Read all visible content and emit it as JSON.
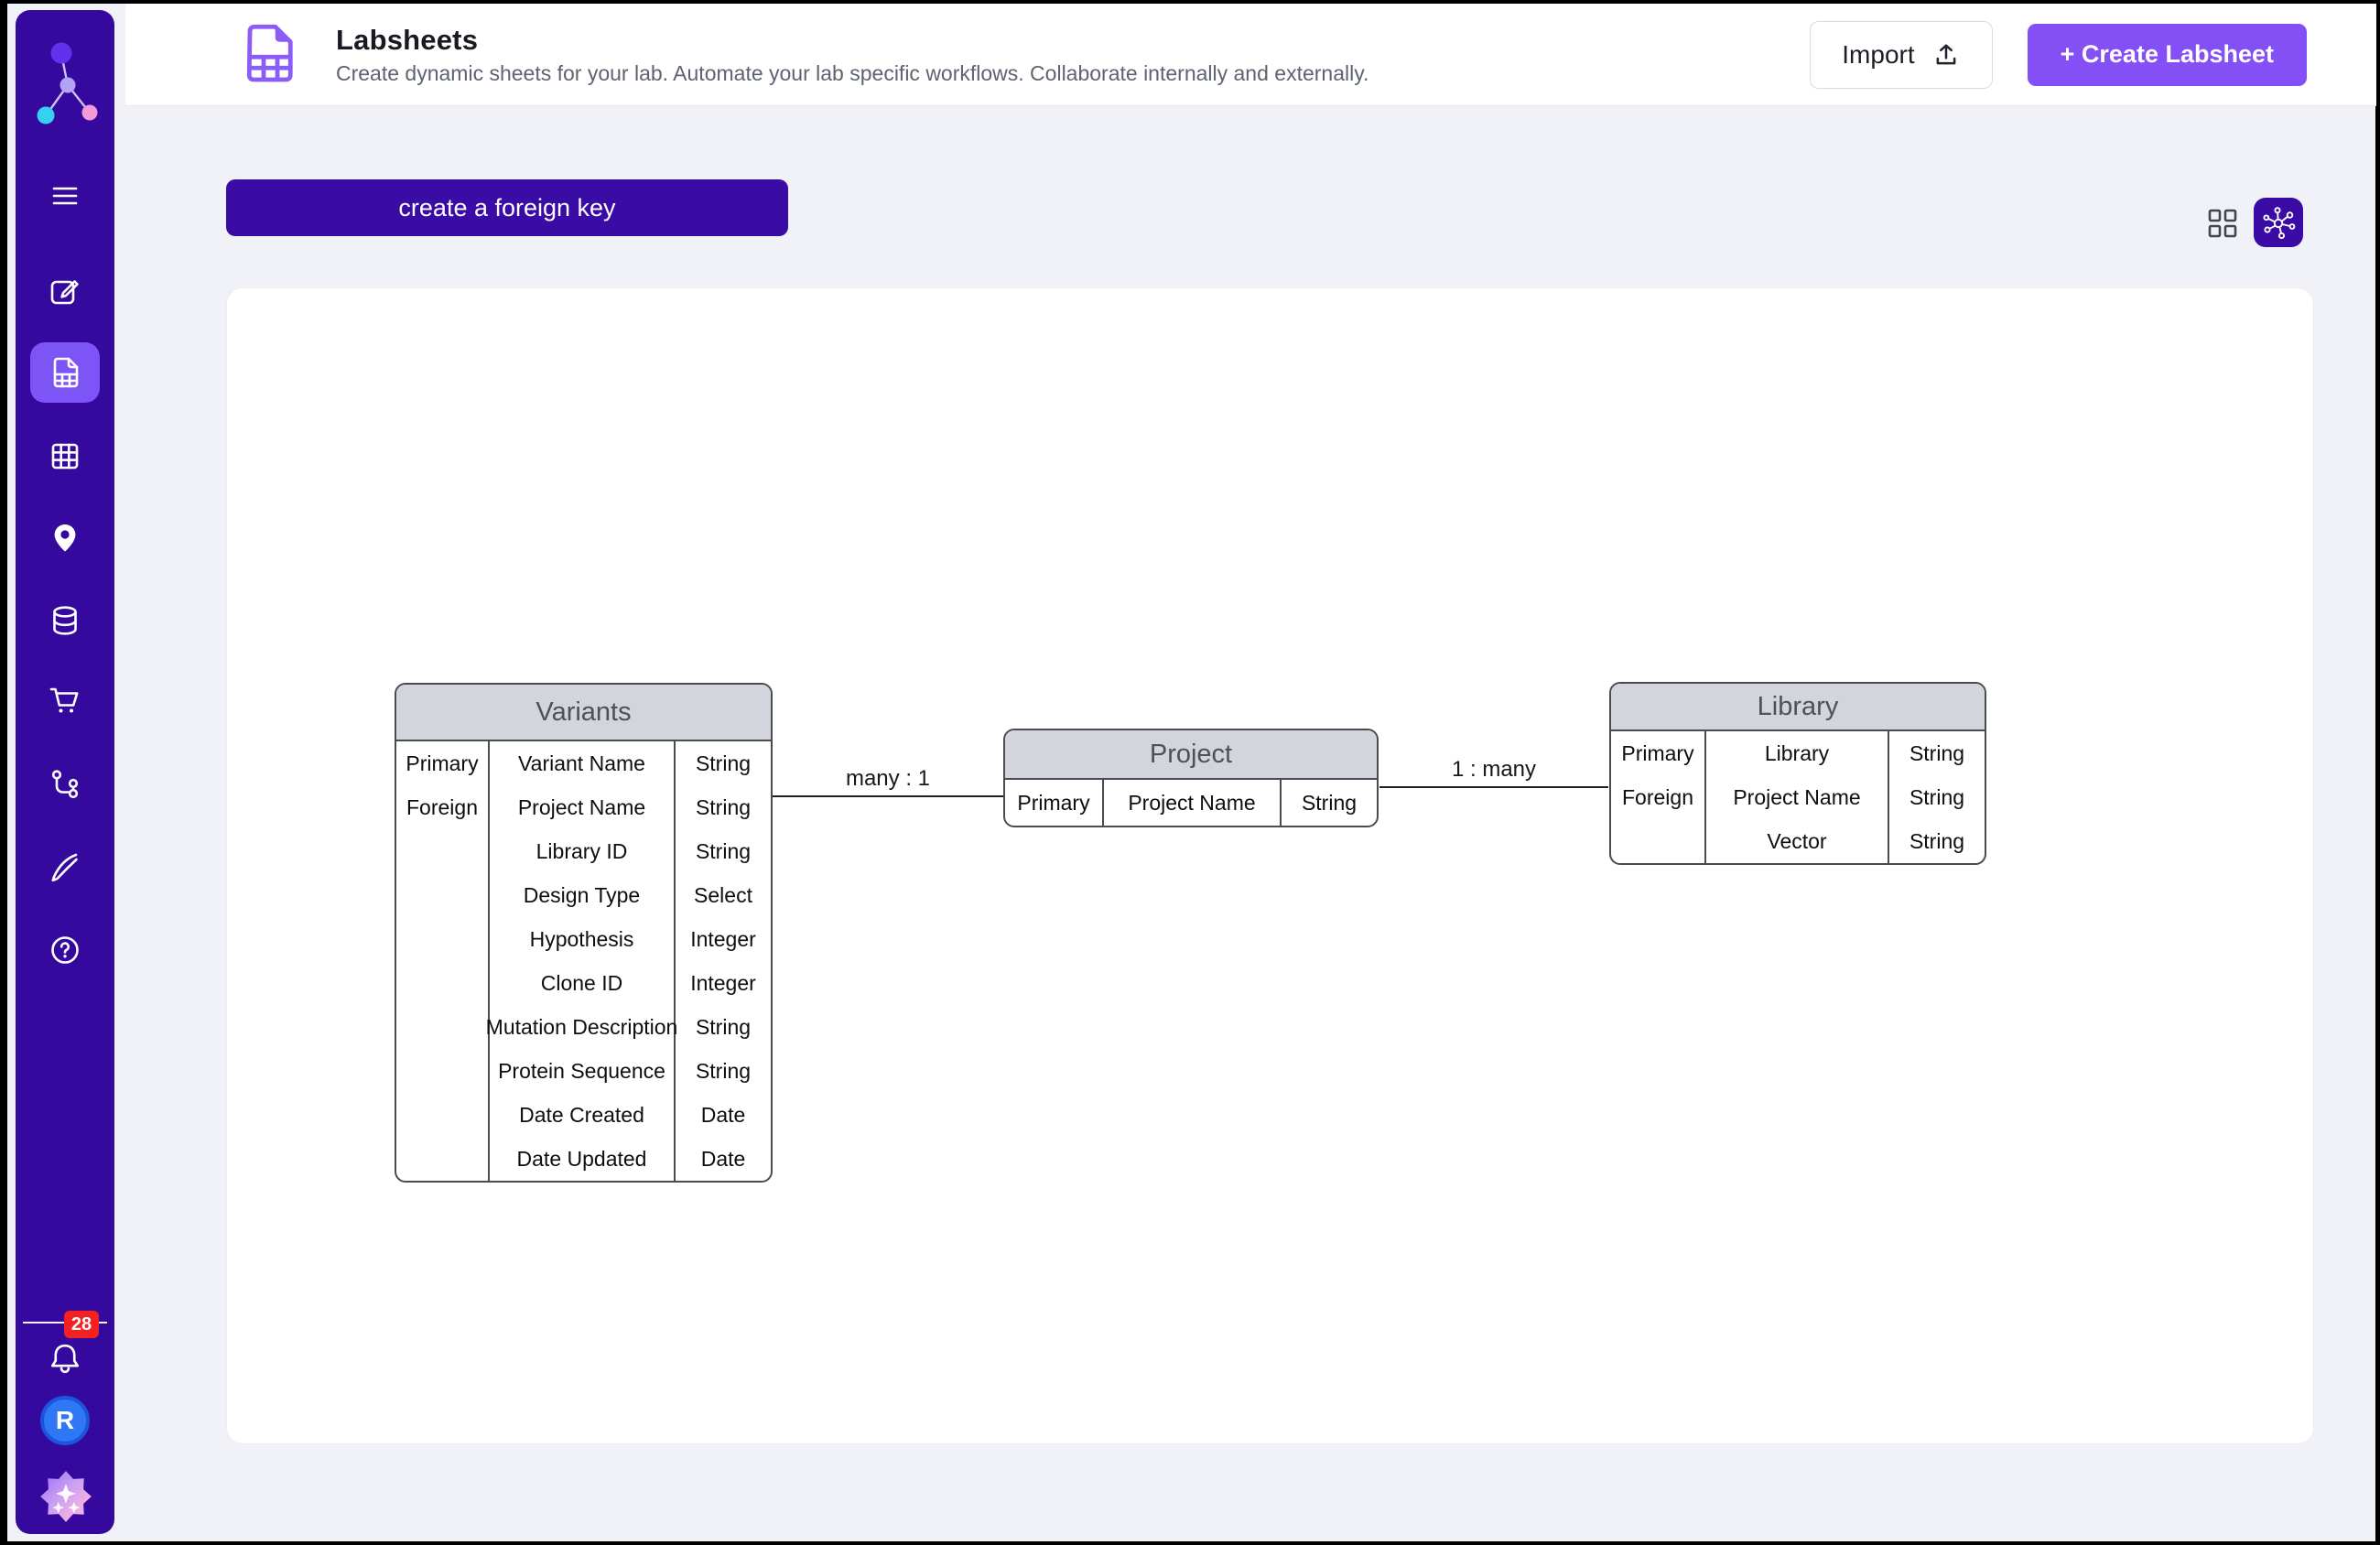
{
  "header": {
    "title": "Labsheets",
    "subtitle": "Create dynamic sheets for your lab. Automate your lab specific workflows. Collaborate internally and externally.",
    "import_button": "Import",
    "create_button": "+ Create Labsheet"
  },
  "toolbar": {
    "create_foreign_key_button": "create a foreign key"
  },
  "sidebar": {
    "items": [
      {
        "icon": "menu-icon",
        "active": false
      },
      {
        "icon": "compose-icon",
        "active": false
      },
      {
        "icon": "labsheet-file-icon",
        "active": true
      },
      {
        "icon": "table-grid-icon",
        "active": false
      },
      {
        "icon": "location-pin-icon",
        "active": false
      },
      {
        "icon": "database-icon",
        "active": false
      },
      {
        "icon": "cart-icon",
        "active": false
      },
      {
        "icon": "flow-icon",
        "active": false
      },
      {
        "icon": "pen-icon",
        "active": false
      },
      {
        "icon": "help-icon",
        "active": false
      }
    ],
    "notification_badge": "28",
    "avatar_initial": "R"
  },
  "view_toggles": {
    "grid_view_icon": "grid-view-icon",
    "graph_view_icon": "graph-view-icon"
  },
  "diagram": {
    "tables": [
      {
        "name": "Variants",
        "rows": [
          [
            "Primary",
            "Variant Name",
            "String"
          ],
          [
            "Foreign",
            "Project Name",
            "String"
          ],
          [
            "",
            "Library ID",
            "String"
          ],
          [
            "",
            "Design Type",
            "Select"
          ],
          [
            "",
            "Hypothesis",
            "Integer"
          ],
          [
            "",
            "Clone ID",
            "Integer"
          ],
          [
            "",
            "Mutation Description",
            "String"
          ],
          [
            "",
            "Protein Sequence",
            "String"
          ],
          [
            "",
            "Date Created",
            "Date"
          ],
          [
            "",
            "Date Updated",
            "Date"
          ]
        ]
      },
      {
        "name": "Project",
        "rows": [
          [
            "Primary",
            "Project Name",
            "String"
          ]
        ]
      },
      {
        "name": "Library",
        "rows": [
          [
            "Primary",
            "Library",
            "String"
          ],
          [
            "Foreign",
            "Project Name",
            "String"
          ],
          [
            "",
            "Vector",
            "String"
          ]
        ]
      }
    ],
    "relations": [
      {
        "label": "many : 1"
      },
      {
        "label": "1 : many"
      }
    ]
  },
  "colors": {
    "sidebar": "#35099E",
    "active_item": "#7D55F6",
    "accent_violet": "#8450F5",
    "deep_purple": "#3A0BA5",
    "table_header": "#D2D5DC",
    "badge_red": "#F32121",
    "avatar_blue": "#2E77F5"
  }
}
